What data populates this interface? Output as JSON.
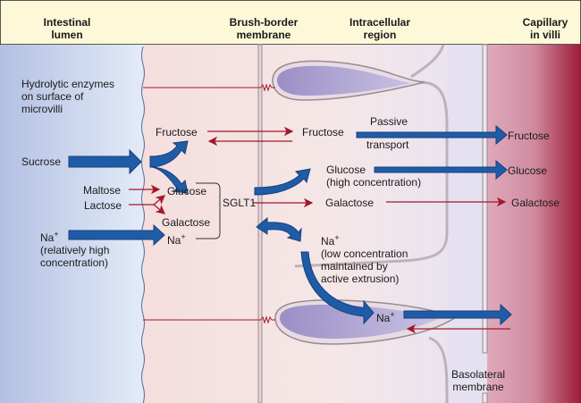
{
  "headers": {
    "lumen": [
      "Intestinal",
      "lumen"
    ],
    "brush": [
      "Brush-border",
      "membrane"
    ],
    "intracellular": [
      "Intracellular",
      "region"
    ],
    "capillary": [
      "Capillary",
      "in villi"
    ]
  },
  "labels": {
    "hydrolytic": [
      "Hydrolytic enzymes",
      "on surface of",
      "microvilli"
    ],
    "sucrose": "Sucrose",
    "fructose_brush": "Fructose",
    "maltose": "Maltose",
    "lactose": "Lactose",
    "glucose_brush": "Glucose",
    "galactose_brush": "Galactose",
    "na_brush": "Na",
    "na_lumen": "Na",
    "na_lumen_note": [
      "(relatively high",
      "concentration)"
    ],
    "sglt1": "SGLT1",
    "fructose_cell": "Fructose",
    "passive": "Passive",
    "transport": "transport",
    "glucose_cell": "Glucose",
    "glucose_cell_note": "(high concentration)",
    "galactose_cell": "Galactose",
    "na_cell": "Na",
    "na_cell_note": [
      "(low concentration",
      "maintained by",
      "active extrusion)"
    ],
    "na_pump": "Na",
    "fructose_cap": "Fructose",
    "glucose_cap": "Glucose",
    "galactose_cap": "Galactose",
    "basolateral": [
      "Basolateral",
      "membrane"
    ],
    "plus": "+"
  },
  "colors": {
    "blue_arrow": "#1f5ca8",
    "red_arrow": "#a3172a",
    "header_bg": "#fdf8d8",
    "cell_bg": "#f5e3e3"
  }
}
